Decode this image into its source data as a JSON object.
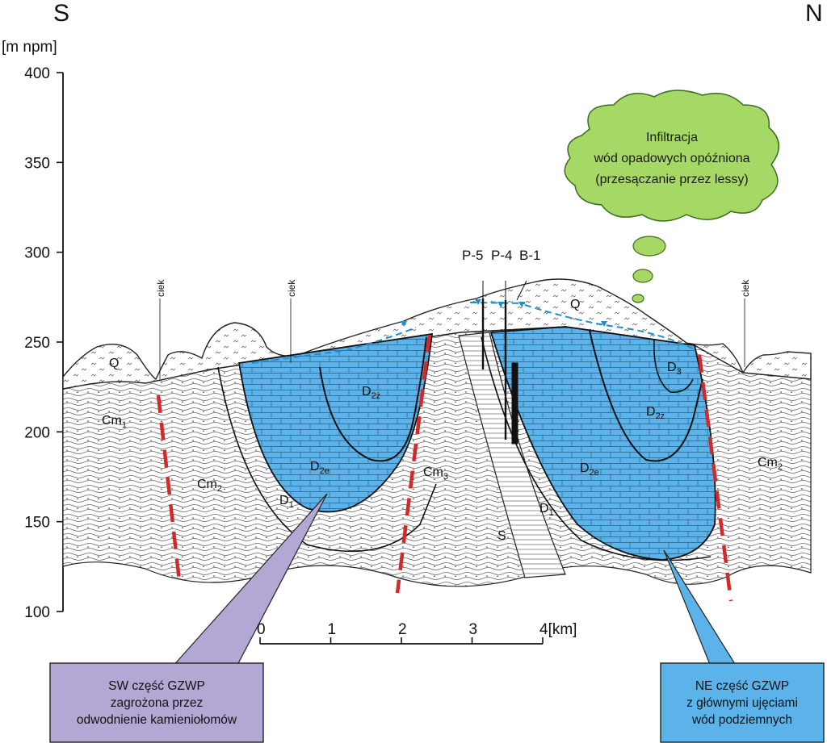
{
  "directions": {
    "left": "S",
    "right": "N"
  },
  "y_axis": {
    "unit": "[m npm]",
    "ticks": [
      {
        "value": 400,
        "label": "400"
      },
      {
        "value": 350,
        "label": "350"
      },
      {
        "value": 300,
        "label": "300"
      },
      {
        "value": 250,
        "label": "250"
      },
      {
        "value": 200,
        "label": "200"
      },
      {
        "value": 150,
        "label": "150"
      },
      {
        "value": 100,
        "label": "100"
      }
    ]
  },
  "scale_bar": {
    "ticks": [
      "0",
      "1",
      "2",
      "3",
      "4[km]"
    ]
  },
  "streams": [
    {
      "label": "ciek"
    },
    {
      "label": "ciek"
    },
    {
      "label": "ciek"
    }
  ],
  "wells": {
    "p5": "P-5",
    "p4": "P-4",
    "b1": "B-1"
  },
  "units": {
    "q": "Q",
    "cm": "Cm",
    "d": "D",
    "s": "S",
    "sub_1": "1",
    "sub_2": "2",
    "sub_3": "3",
    "sub_2e": "2e",
    "sub_2z": "2ż"
  },
  "cloud": {
    "line1": "Infiltracja",
    "line2": "wód opadowych opóźniona",
    "line3": "(przesączanie przez lessy)"
  },
  "callouts": {
    "sw": {
      "line1": "SW część GZWP",
      "line2": "zagrożona przez",
      "line3": "odwodnienie kamieniołomów"
    },
    "ne": {
      "line1": "NE część GZWP",
      "line2": "z głównymi ujęciami",
      "line3": "wód podziemnych"
    }
  },
  "colors": {
    "carbonate_aquifer": "#5bb3ea",
    "cloud_fill": "#a6d865",
    "sw_box": "#b3a8d3",
    "ne_box": "#5bb3ea",
    "fault": "#d12a2a",
    "water_table": "#1d8fcf"
  }
}
